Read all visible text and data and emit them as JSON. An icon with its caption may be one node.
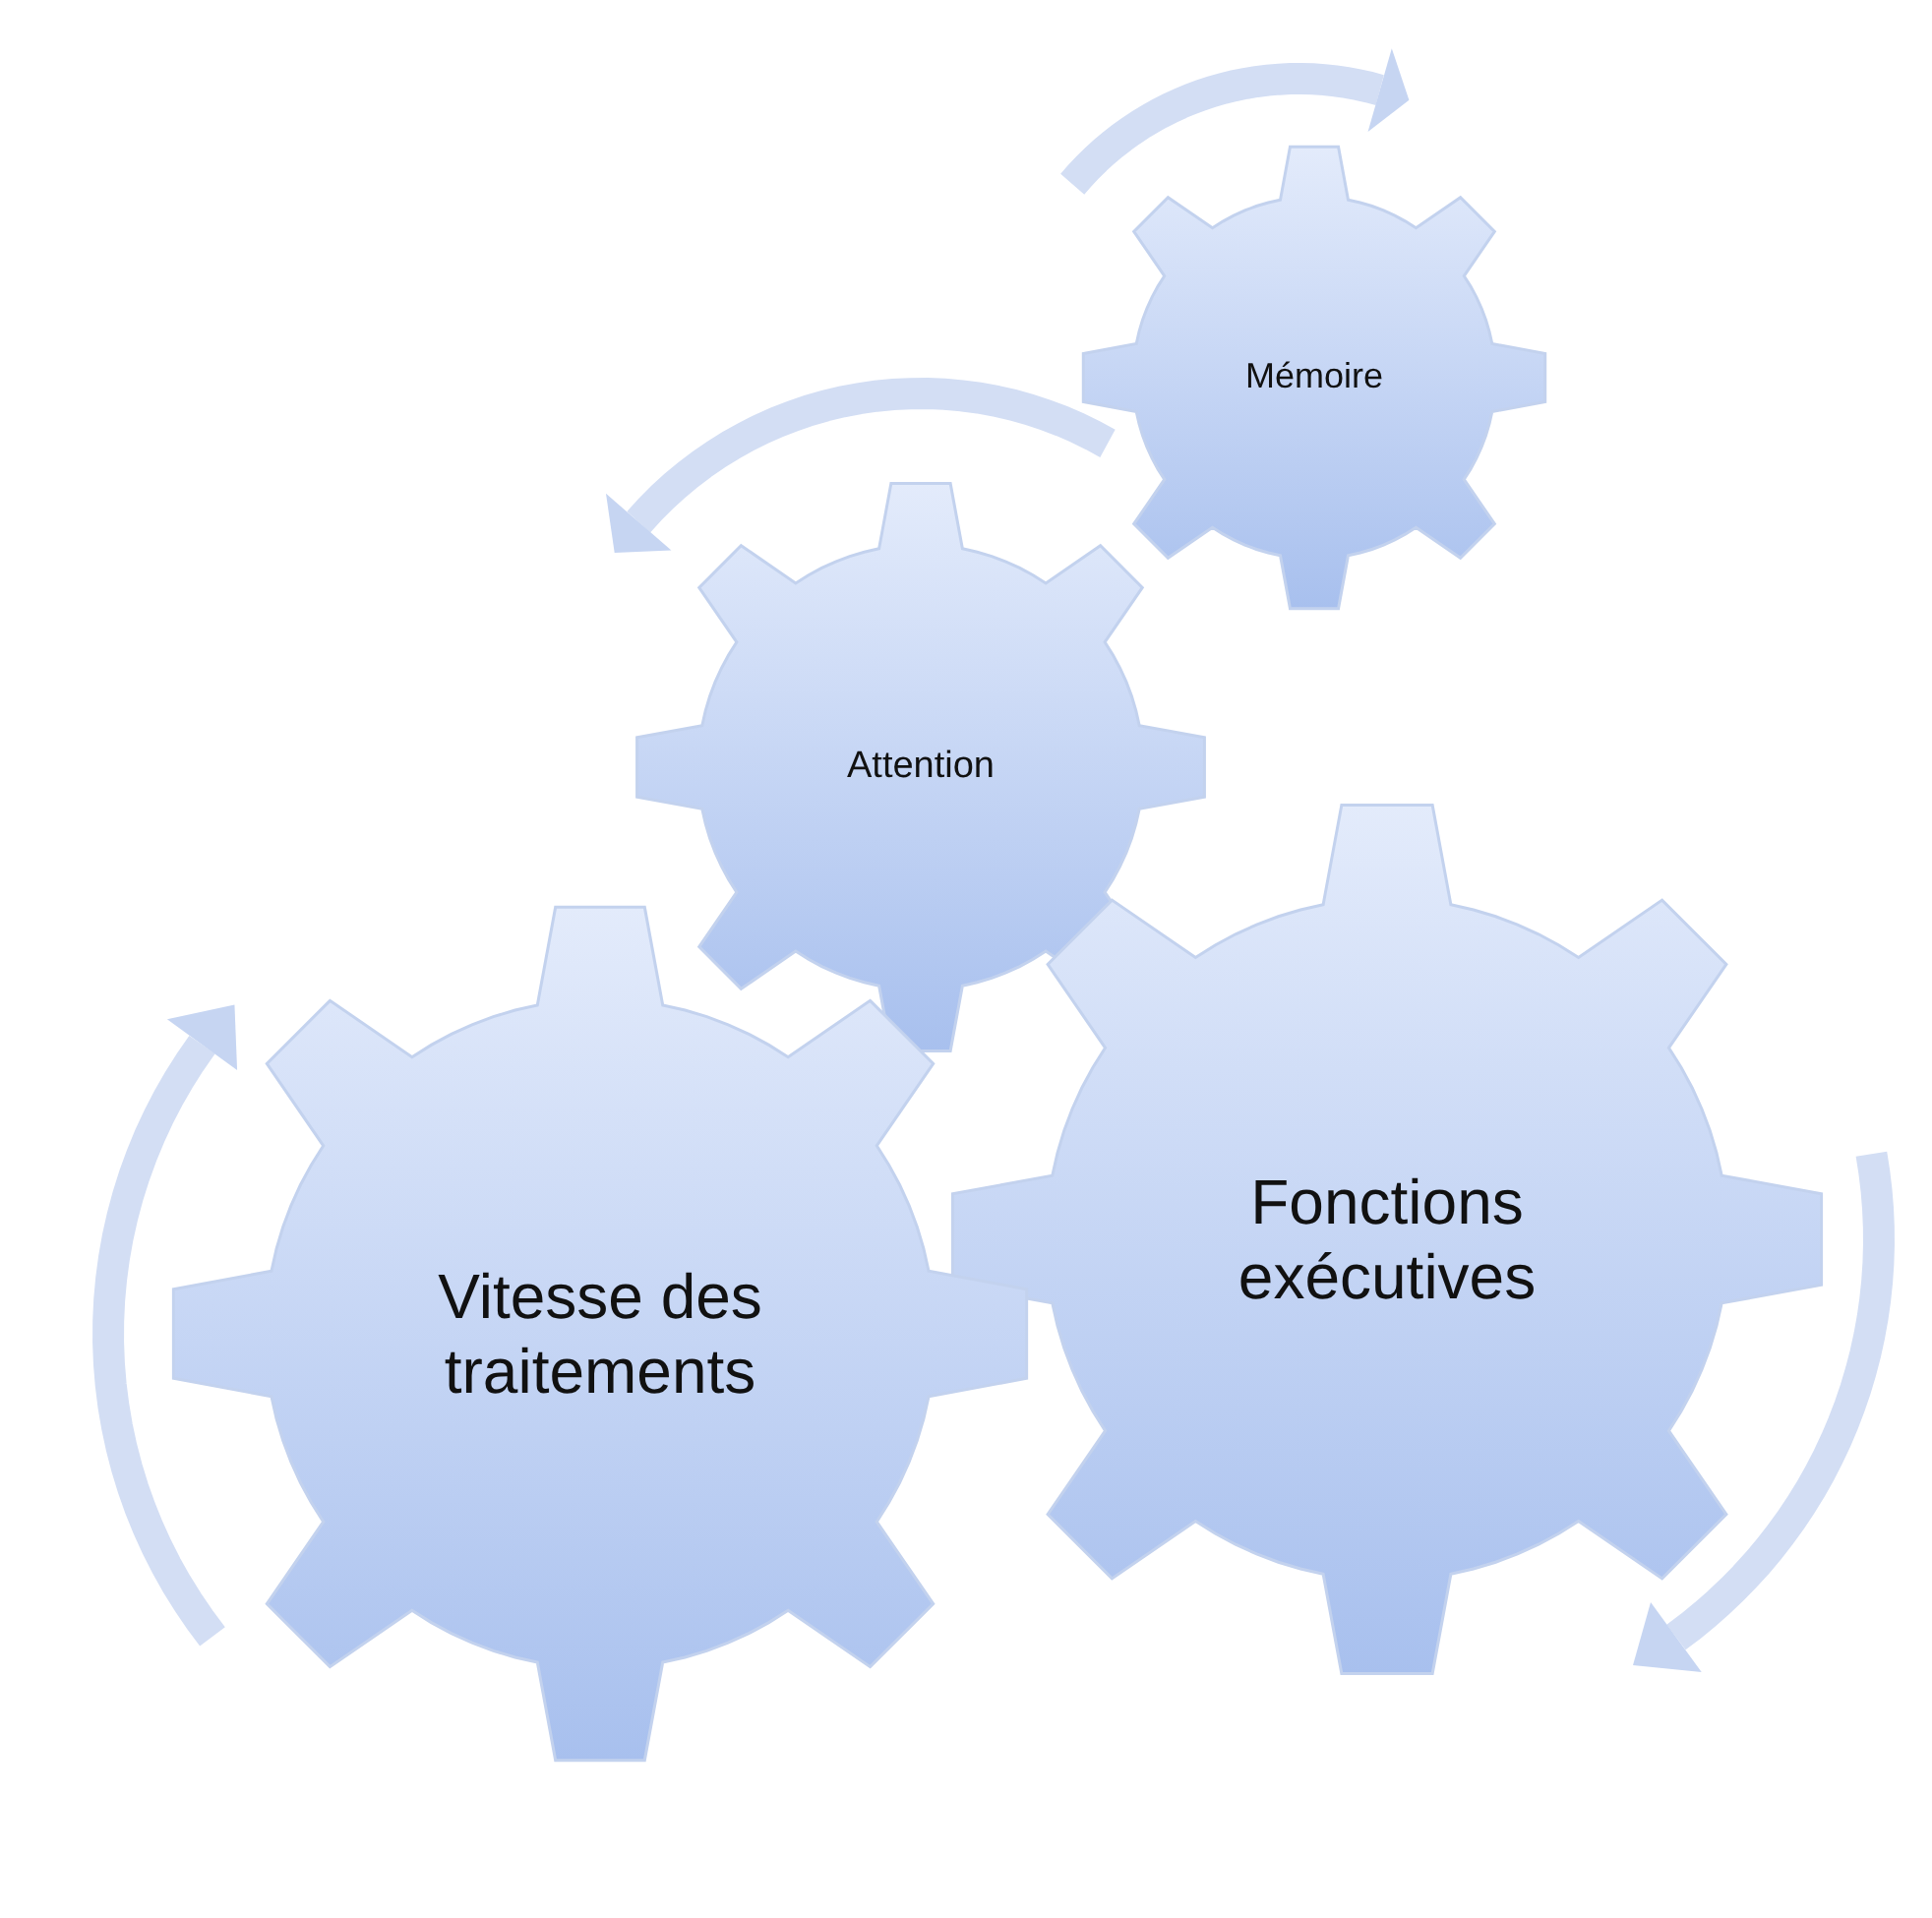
{
  "diagram": {
    "nodes": [
      {
        "text": [
          "Mémoire"
        ]
      },
      {
        "text": [
          "Attention"
        ]
      },
      {
        "text": [
          "Fonctions exécutives"
        ]
      },
      {
        "text": [
          "Vitesse des traitements"
        ]
      }
    ]
  }
}
